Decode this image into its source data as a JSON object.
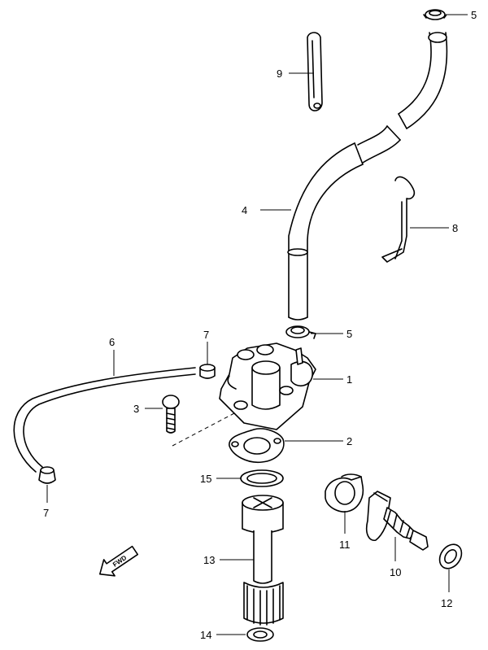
{
  "callouts": {
    "c5_top": "5",
    "c9": "9",
    "c4": "4",
    "c8": "8",
    "c6": "6",
    "c7_top": "7",
    "c5_mid": "5",
    "c1": "1",
    "c3": "3",
    "c2": "2",
    "c7_bottom": "7",
    "c15": "15",
    "c11": "11",
    "c13": "13",
    "c10": "10",
    "c12": "12",
    "c14": "14"
  },
  "fwd_label": "FWD",
  "icons": [
    "fwd-arrow-icon"
  ]
}
